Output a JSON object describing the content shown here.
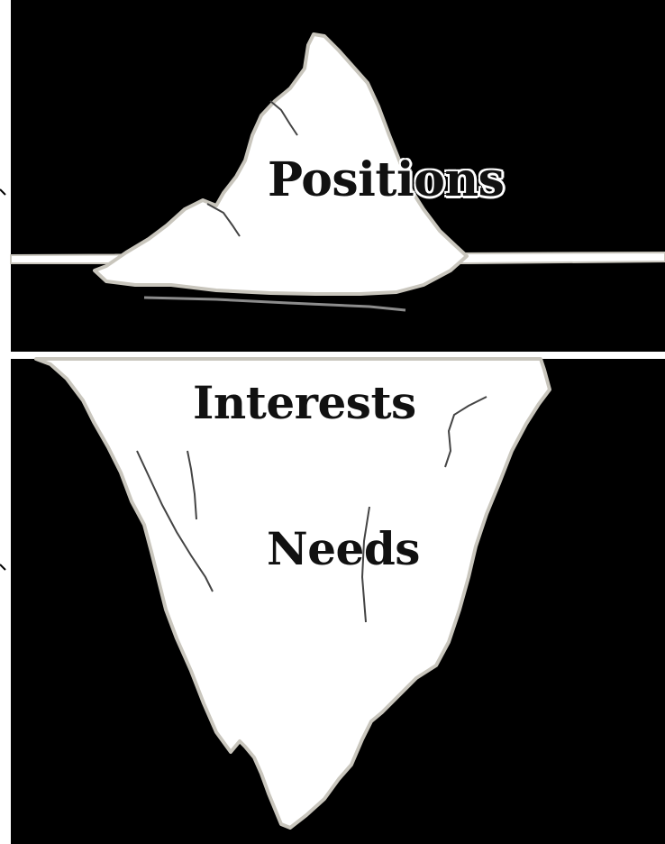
{
  "diagram": {
    "labels": {
      "tip": "Positions",
      "waterline": "Interests",
      "base": "Needs"
    },
    "colors": {
      "water": "#000000",
      "ice": "#ffffff",
      "outline": "#c9c6bd",
      "text": "#111111"
    }
  }
}
